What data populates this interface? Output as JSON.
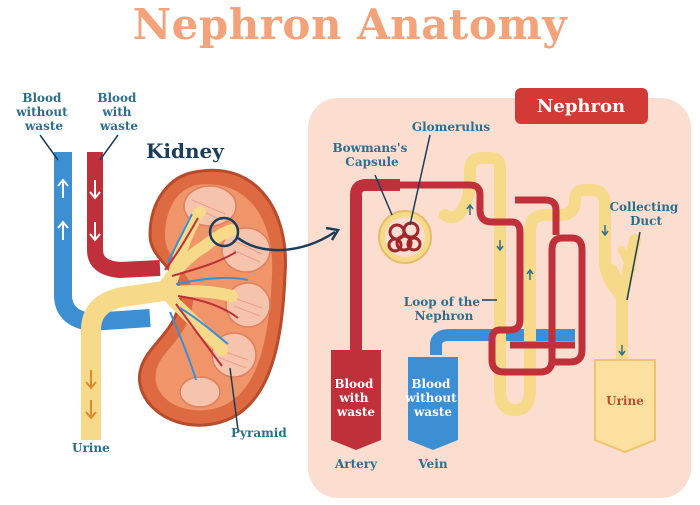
{
  "title": "Nephron Anatomy",
  "kidney": {
    "heading": "Kidney",
    "blood_without_waste": [
      "Blood",
      "without",
      "waste"
    ],
    "blood_with_waste": [
      "Blood",
      "with",
      "waste"
    ],
    "urine": "Urine",
    "pyramid": "Pyramid"
  },
  "nephron": {
    "heading": "Nephron",
    "glomerulus": "Glomerulus",
    "bowmans_capsule": [
      "Bowmans's",
      "Capsule"
    ],
    "loop_of_nephron": [
      "Loop of the",
      "Nephron"
    ],
    "collecting_duct": [
      "Collecting",
      "Duct"
    ],
    "artery_box": [
      "Blood",
      "with",
      "waste"
    ],
    "vein_box": [
      "Blood",
      "without",
      "waste"
    ],
    "urine_box": "Urine",
    "artery": "Artery",
    "vein": "Vein"
  },
  "colors": {
    "title": "#f4a27a",
    "artery": "#c0303a",
    "vein": "#3d8fd4",
    "urine": "#f7d98a",
    "panel": "#fcded0",
    "label": "#2b6e8e"
  }
}
